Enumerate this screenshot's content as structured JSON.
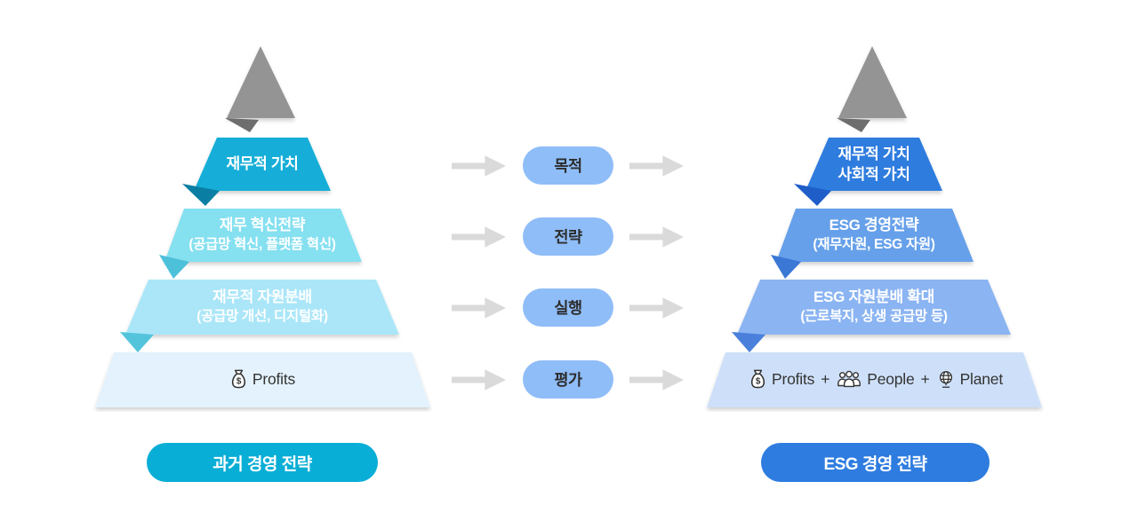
{
  "left_pyramid": {
    "name": "past-management-pyramid",
    "levels": [
      {
        "line1": "재무적 가치",
        "line2": ""
      },
      {
        "line1": "재무 혁신전략",
        "line2": "(공급망 혁신, 플랫폼 혁신)"
      },
      {
        "line1": "재무적 자원분배",
        "line2": "(공급망 개선, 디지털화)"
      },
      {
        "items": [
          {
            "icon": "money-bag",
            "label": "Profits"
          }
        ]
      }
    ],
    "button_label": "과거 경영 전략"
  },
  "middle": {
    "pills": [
      {
        "label": "목적"
      },
      {
        "label": "전략"
      },
      {
        "label": "실행"
      },
      {
        "label": "평가"
      }
    ]
  },
  "right_pyramid": {
    "name": "esg-management-pyramid",
    "levels": [
      {
        "line1": "재무적 가치",
        "line2": "사회적 가치"
      },
      {
        "line1": "ESG 경영전략",
        "line2": "(재무자원, ESG 자원)"
      },
      {
        "line1": "ESG 자원분배 확대",
        "line2": "(근로복지, 상생 공급망 등)"
      },
      {
        "items": [
          {
            "icon": "money-bag",
            "label": "Profits"
          },
          {
            "icon": "people",
            "label": "People"
          },
          {
            "icon": "globe",
            "label": "Planet"
          }
        ],
        "separator": "+"
      }
    ],
    "button_label": "ESG 경영 전략"
  },
  "icons": {
    "money_bag_symbol": "$"
  },
  "colors": {
    "cap_gray": "#949494",
    "cap_fold": "#6E6E6E",
    "left": {
      "level1": "#12AED8",
      "fold1": "#0B7FA3",
      "level2": "#85E0F0",
      "fold2": "#4EC1DA",
      "level3": "#AAE6F8",
      "fold3": "#54C4DC",
      "level4": "#E3F2FC",
      "button": "#09AED6"
    },
    "right": {
      "level1": "#2F7CDE",
      "fold1": "#1F5EC9",
      "level2": "#66A0EA",
      "fold2": "#3B78D6",
      "level3": "#8BB4F2",
      "fold3": "#4A80DB",
      "level4": "#CEE0F9",
      "button": "#2E7CE0"
    },
    "pill": "#8FBDF8",
    "arrow": "#DADADA",
    "band_text": "#FFFFFF",
    "dark_text": "#333333"
  }
}
